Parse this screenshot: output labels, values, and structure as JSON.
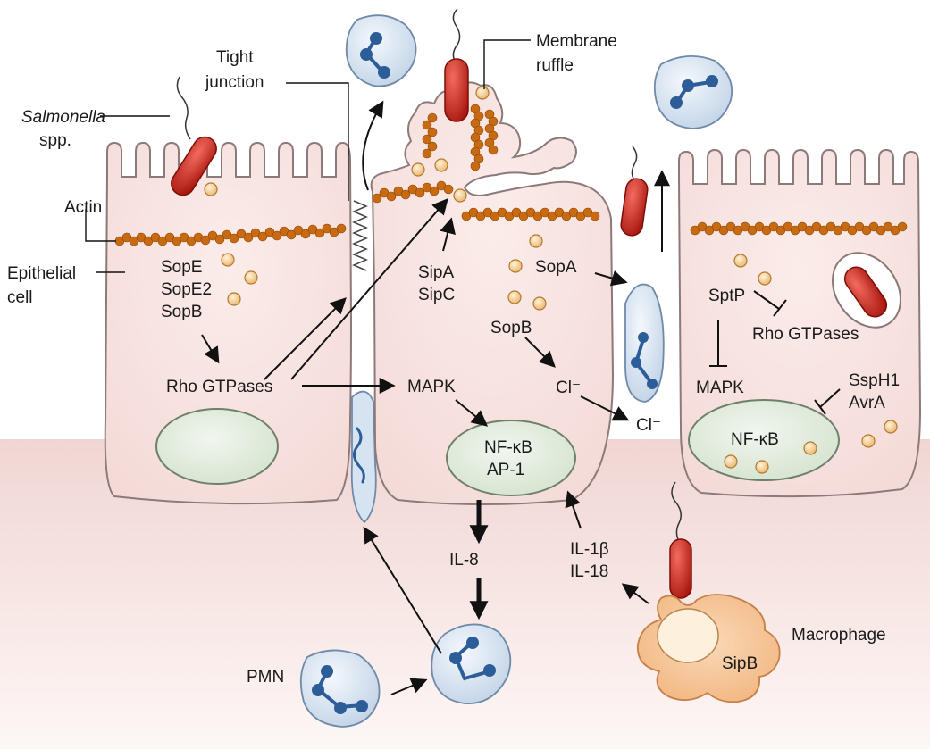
{
  "labels": {
    "salmonella": "Salmonella",
    "salmonella_spp": "spp.",
    "tight_junction_1": "Tight",
    "tight_junction_2": "junction",
    "membrane_ruffle_1": "Membrane",
    "membrane_ruffle_2": "ruffle",
    "actin": "Actin",
    "epithelial_1": "Epithelial",
    "epithelial_2": "cell",
    "sope": "SopE",
    "sope2": "SopE2",
    "sopb_left": "SopB",
    "rho_left": "Rho GTPases",
    "sipa": "SipA",
    "sipc": "SipC",
    "sopa": "SopA",
    "sopb_mid": "SopB",
    "cl_in": "Cl⁻",
    "cl_out": "Cl⁻",
    "mapk_mid": "MAPK",
    "nfkb_mid": "NF-κB",
    "ap1": "AP-1",
    "il8": "IL-8",
    "il1b": "IL-1β",
    "il18": "IL-18",
    "sptp": "SptP",
    "rho_right": "Rho GTPases",
    "mapk_right": "MAPK",
    "ssph1": "SspH1",
    "avra": "AvrA",
    "nfkb_right": "NF-κB",
    "macrophage": "Macrophage",
    "sipb": "SipB",
    "pmn": "PMN"
  },
  "colors": {
    "cell_fill": "#f9e4e2",
    "cell_stroke": "#8a7878",
    "nucleus_fill": "#e3eedf",
    "nucleus_stroke": "#6f7f6e",
    "bacterium": "#c8261c",
    "actin": "#c86a12",
    "effector_dot": "#f4c98a",
    "neutrophil_fill": "#dce7f3",
    "neutrophil_nucleus": "#2c5d99",
    "macrophage": "#f7c89b",
    "tissue": "#f3dedc",
    "arrow": "#111111"
  }
}
